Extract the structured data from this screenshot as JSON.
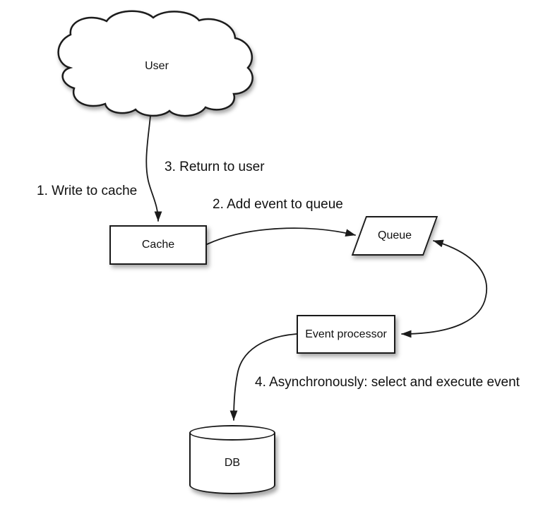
{
  "diagram": {
    "background": "#ffffff",
    "nodes": {
      "user": {
        "label": "User",
        "shape": "cloud"
      },
      "cache": {
        "label": "Cache",
        "shape": "rectangle"
      },
      "queue": {
        "label": "Queue",
        "shape": "parallelogram"
      },
      "event_processor": {
        "label": "Event processor",
        "shape": "rectangle"
      },
      "db": {
        "label": "DB",
        "shape": "cylinder"
      }
    },
    "annotations": {
      "step1": "1. Write to cache",
      "step2": "2. Add event to queue",
      "step3": "3. Return to user",
      "step4": "4. Asynchronously: select and execute event"
    },
    "edges": [
      {
        "id": "user-to-cache",
        "from": "user",
        "to": "cache",
        "arrows": "to",
        "label_refs": [
          "step1",
          "step3"
        ]
      },
      {
        "id": "cache-to-queue",
        "from": "cache",
        "to": "queue",
        "arrows": "to",
        "label_refs": [
          "step2"
        ]
      },
      {
        "id": "queue-event-processor",
        "from": "queue",
        "to": "event_processor",
        "arrows": "both",
        "label_refs": []
      },
      {
        "id": "event-processor-to-db",
        "from": "event_processor",
        "to": "db",
        "arrows": "to",
        "label_refs": [
          "step4"
        ]
      }
    ],
    "colors": {
      "stroke": "#1a1a1a",
      "node_fill": "#ffffff",
      "text": "#111111"
    }
  }
}
